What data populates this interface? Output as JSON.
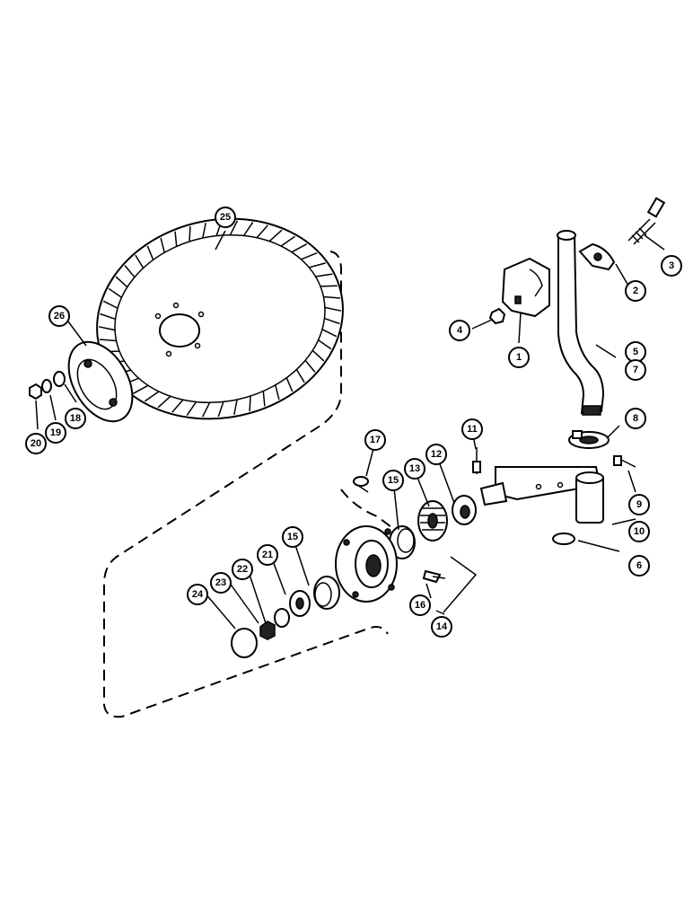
{
  "callouts": [
    {
      "id": "c1",
      "label": "1"
    },
    {
      "id": "c2",
      "label": "2"
    },
    {
      "id": "c3",
      "label": "3"
    },
    {
      "id": "c4",
      "label": "4"
    },
    {
      "id": "c5",
      "label": "5"
    },
    {
      "id": "c6",
      "label": "6"
    },
    {
      "id": "c7",
      "label": "7"
    },
    {
      "id": "c8",
      "label": "8"
    },
    {
      "id": "c9",
      "label": "9"
    },
    {
      "id": "c10",
      "label": "10"
    },
    {
      "id": "c11",
      "label": "11"
    },
    {
      "id": "c12",
      "label": "12"
    },
    {
      "id": "c13",
      "label": "13"
    },
    {
      "id": "c14",
      "label": "14"
    },
    {
      "id": "c15a",
      "label": "15"
    },
    {
      "id": "c15b",
      "label": "15"
    },
    {
      "id": "c16",
      "label": "16"
    },
    {
      "id": "c17",
      "label": "17"
    },
    {
      "id": "c18",
      "label": "18"
    },
    {
      "id": "c19",
      "label": "19"
    },
    {
      "id": "c20",
      "label": "20"
    },
    {
      "id": "c21",
      "label": "21"
    },
    {
      "id": "c22",
      "label": "22"
    },
    {
      "id": "c23",
      "label": "23"
    },
    {
      "id": "c24",
      "label": "24"
    },
    {
      "id": "c25",
      "label": "25"
    },
    {
      "id": "c26",
      "label": "26"
    }
  ]
}
